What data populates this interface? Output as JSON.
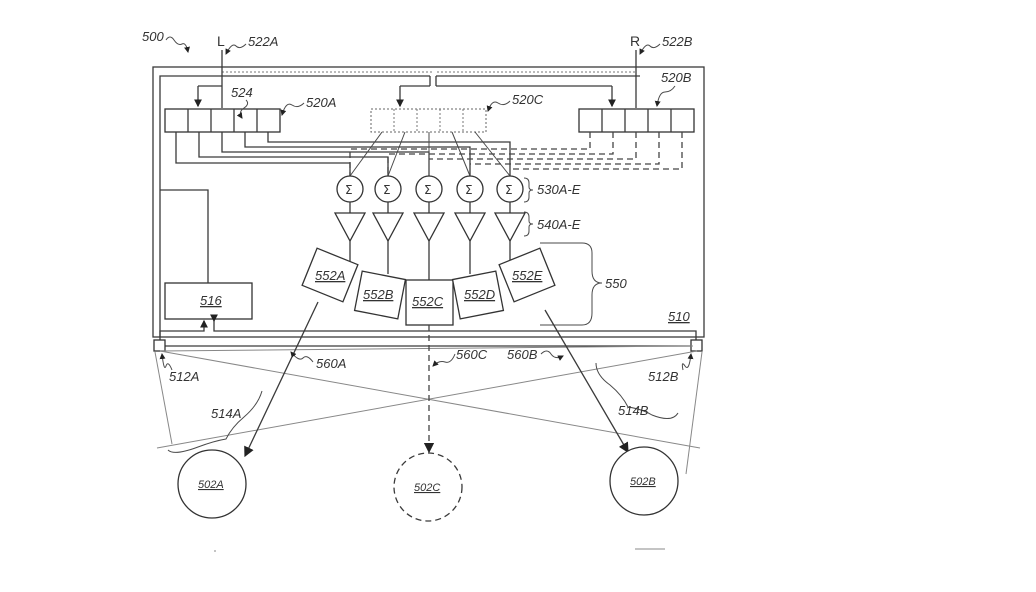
{
  "figure": {
    "figure_ref": "500",
    "inputs": {
      "left": "L",
      "right": "R",
      "left_ref": "522A",
      "right_ref": "522B"
    },
    "matrix_blocks": [
      {
        "ref": "520A",
        "cells": 5,
        "style": "solid"
      },
      {
        "ref": "520B",
        "cells": 5,
        "style": "solid"
      },
      {
        "ref": "520C",
        "cells": 5,
        "style": "dashed"
      }
    ],
    "cell_ref": "524",
    "summers": {
      "ref": "530A-E",
      "symbol": "Σ",
      "count": 5
    },
    "amplifiers": {
      "ref": "540A-E",
      "count": 5
    },
    "speaker_array": {
      "ref": "550",
      "drivers": [
        "552A",
        "552B",
        "552C",
        "552D",
        "552E"
      ]
    },
    "controller": "516",
    "enclosure": "510",
    "sensors": [
      {
        "ref": "512A",
        "field_ref": "514A"
      },
      {
        "ref": "512B",
        "field_ref": "514B"
      }
    ],
    "beams": [
      {
        "ref": "560A",
        "style": "solid"
      },
      {
        "ref": "560B",
        "style": "solid"
      },
      {
        "ref": "560C",
        "style": "dashed"
      }
    ],
    "listeners": [
      {
        "ref": "502A",
        "style": "solid"
      },
      {
        "ref": "502C",
        "style": "dashed"
      },
      {
        "ref": "502B",
        "style": "solid"
      }
    ]
  }
}
